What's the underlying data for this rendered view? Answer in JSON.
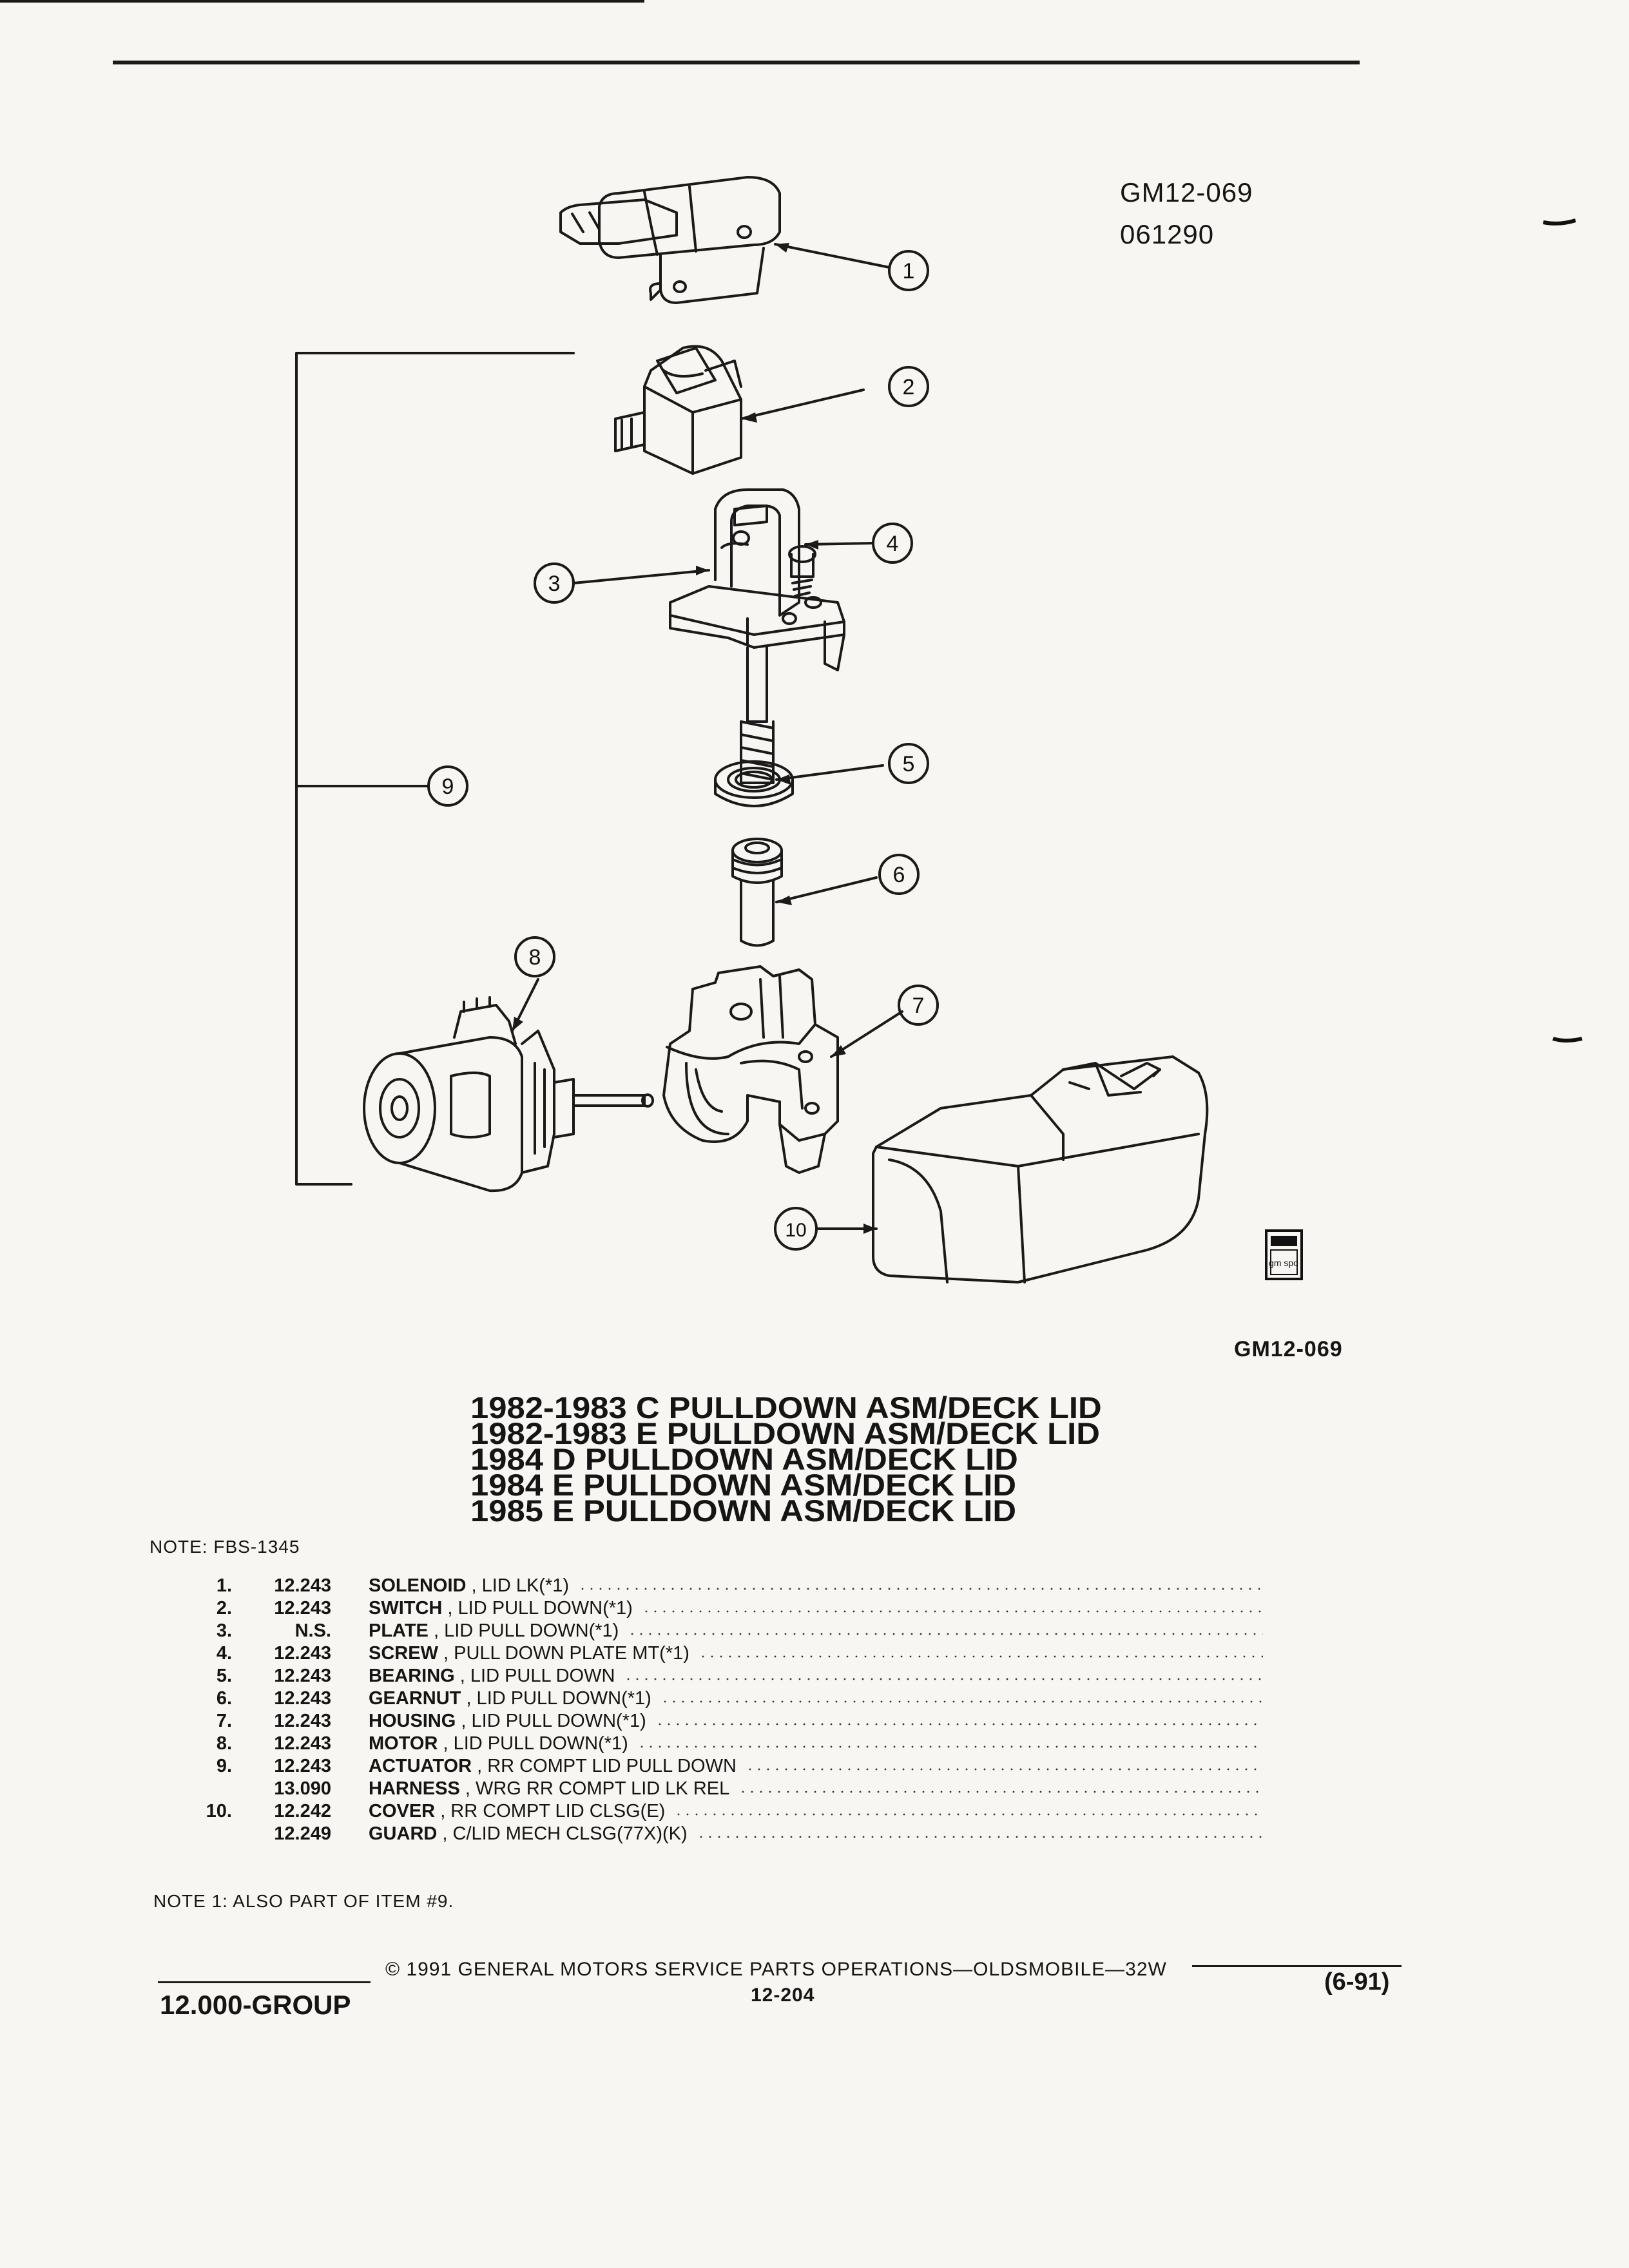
{
  "header": {
    "code_1": "GM12-069",
    "code_2": "061290"
  },
  "figure": {
    "code_bottom": "GM12-069",
    "logo_text": "gm spo",
    "callouts": [
      "1",
      "2",
      "3",
      "4",
      "5",
      "6",
      "7",
      "8",
      "9",
      "10"
    ]
  },
  "title_lines": [
    "1982-1983 C PULLDOWN ASM/DECK LID",
    "1982-1983 E PULLDOWN ASM/DECK LID",
    "1984 D PULLDOWN ASM/DECK LID",
    "1984 E PULLDOWN ASM/DECK LID",
    "1985 E PULLDOWN ASM/DECK LID"
  ],
  "note_top": "NOTE:  FBS-1345",
  "parts": [
    {
      "num": "1.",
      "group": "12.243",
      "name": "SOLENOID",
      "desc": " , LID LK(*1)"
    },
    {
      "num": "2.",
      "group": "12.243",
      "name": "SWITCH",
      "desc": " , LID PULL DOWN(*1)"
    },
    {
      "num": "3.",
      "group": "N.S.",
      "name": "PLATE",
      "desc": " , LID PULL DOWN(*1)"
    },
    {
      "num": "4.",
      "group": "12.243",
      "name": "SCREW",
      "desc": " , PULL DOWN PLATE MT(*1)"
    },
    {
      "num": "5.",
      "group": "12.243",
      "name": "BEARING",
      "desc": " , LID PULL DOWN"
    },
    {
      "num": "6.",
      "group": "12.243",
      "name": "GEARNUT",
      "desc": " , LID PULL DOWN(*1)"
    },
    {
      "num": "7.",
      "group": "12.243",
      "name": "HOUSING",
      "desc": " , LID PULL DOWN(*1)"
    },
    {
      "num": "8.",
      "group": "12.243",
      "name": "MOTOR",
      "desc": " , LID PULL DOWN(*1)"
    },
    {
      "num": "9.",
      "group": "12.243",
      "name": "ACTUATOR",
      "desc": " , RR COMPT LID PULL DOWN"
    },
    {
      "num": "",
      "group": "13.090",
      "name": "HARNESS",
      "desc": " , WRG RR COMPT LID LK REL"
    },
    {
      "num": "10.",
      "group": "12.242",
      "name": "COVER",
      "desc": " , RR COMPT LID CLSG(E)"
    },
    {
      "num": "",
      "group": "12.249",
      "name": "GUARD",
      "desc": " , C/LID MECH CLSG(77X)(K)"
    }
  ],
  "note_bottom": "NOTE  1:  ALSO PART OF ITEM #9.",
  "footer": {
    "copyright": "© 1991  GENERAL MOTORS SERVICE PARTS OPERATIONS—OLDSMOBILE—32W",
    "page": "12-204",
    "group": "12.000-GROUP",
    "date": "(6-91)"
  }
}
